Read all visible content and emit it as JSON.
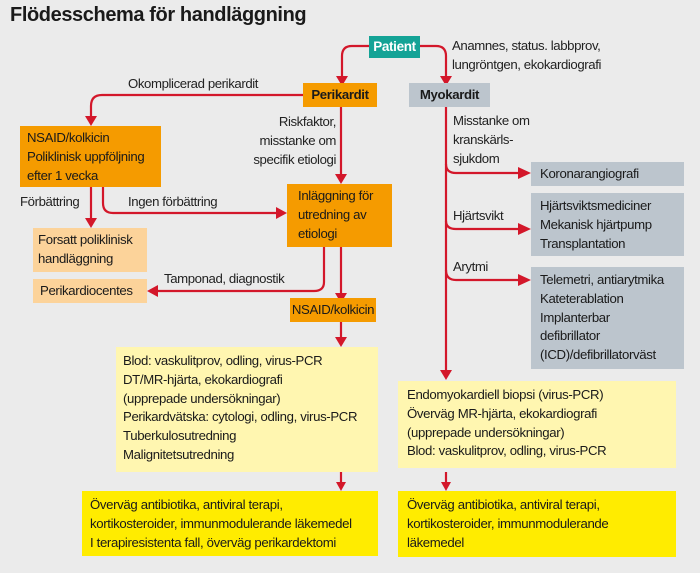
{
  "title": "Flödesschema för handläggning",
  "colors": {
    "arrow": "#d3172a",
    "patient": "#14a396",
    "perikardit": "#f59b00",
    "perikardit_light": "#fcd39a",
    "myokardit": "#bcc5cd",
    "investigation": "#fff6b0",
    "treatment": "#ffec00",
    "background": "#ebebeb"
  },
  "nodes": {
    "patient": "Patient",
    "perikardit": "Perikardit",
    "myokardit": "Myokardit",
    "nsaid_outpatient": "NSAID/kolkicin\nPoliklinisk uppföljning\n efter 1 vecka",
    "continued_outpatient": "Forsatt poliklinisk\nhandläggning",
    "pericardiocentesis": "Perikardiocentes",
    "admission": "Inläggning för\nutredning av\netiologi",
    "nsaid_inpatient": "NSAID/kolkicin",
    "peri_investigation": "Blod: vaskulitprov, odling, virus-PCR\nDT/MR-hjärta, ekokardiografi\n(upprepade undersökningar)\nPerikardvätska: cytologi, odling, virus-PCR\nTuberkulosutredning\nMalignitetsutredning",
    "peri_treatment": "Överväg antibiotika, antiviral terapi,\nkortikosteroider, immunmodulerande läkemedel\nI terapiresistenta fall, överväg perikardektomi",
    "coronary_angiography": "Koronarangiografi",
    "heart_failure_treatment": "Hjärtsviktsmediciner\nMekanisk hjärtpump\nTransplantation",
    "arrhythmia_treatment": "Telemetri, antiarytmika\nKateterablation\nImplanterbar\ndefibrillator\n(ICD)/defibrillatorväst",
    "myo_investigation": "Endomyokardiell biopsi (virus-PCR)\nÖverväg MR-hjärta, ekokardiografi\n(upprepade undersökningar)\nBlod: vaskulitprov, odling, virus-PCR",
    "myo_treatment": "Överväg antibiotika, antiviral terapi,\nkortikosteroider, immunmodulerande\nläkemedel"
  },
  "edge_labels": {
    "patient_workup": "Anamnes, status. labbprov,\nlungröntgen, ekokardiografi",
    "uncomplicated": "Okomplicerad perikardit",
    "risk_factor": "Riskfaktor,\nmisstanke om\nspecifik etiologi",
    "improvement": "Förbättring",
    "no_improvement": "Ingen förbättring",
    "tamponade": "Tamponad, diagnostik",
    "suspected_cad": "Misstanke om\nkranskärls-\nsjukdom",
    "heart_failure": "Hjärtsvikt",
    "arrhythmia": "Arytmi"
  }
}
